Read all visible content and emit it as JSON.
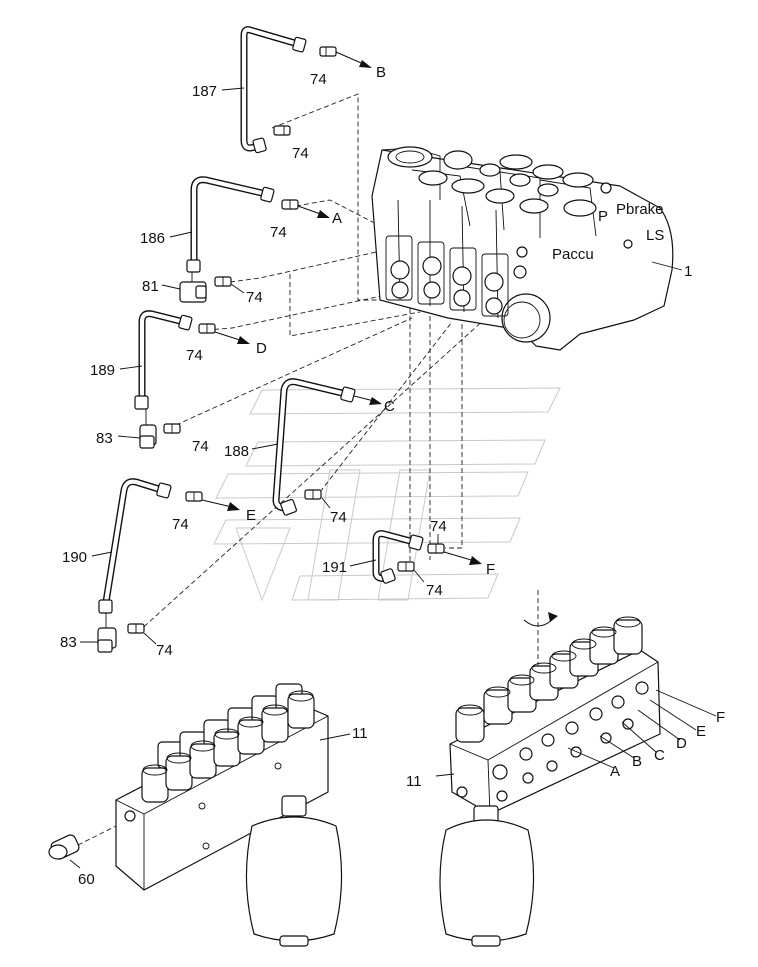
{
  "parts": {
    "p187": "187",
    "p186": "186",
    "p81": "81",
    "p189": "189",
    "p83a": "83",
    "p188": "188",
    "p190": "190",
    "p83b": "83",
    "p191": "191",
    "p1": "1",
    "p11a": "11",
    "p11b": "11",
    "p60": "60",
    "fitting": "74"
  },
  "ports": [
    "A",
    "B",
    "C",
    "D",
    "E",
    "F"
  ],
  "valve_marks": {
    "p_main": "P",
    "p_accu": "Paccu",
    "p_brake": "Pbrake",
    "ls": "LS"
  }
}
